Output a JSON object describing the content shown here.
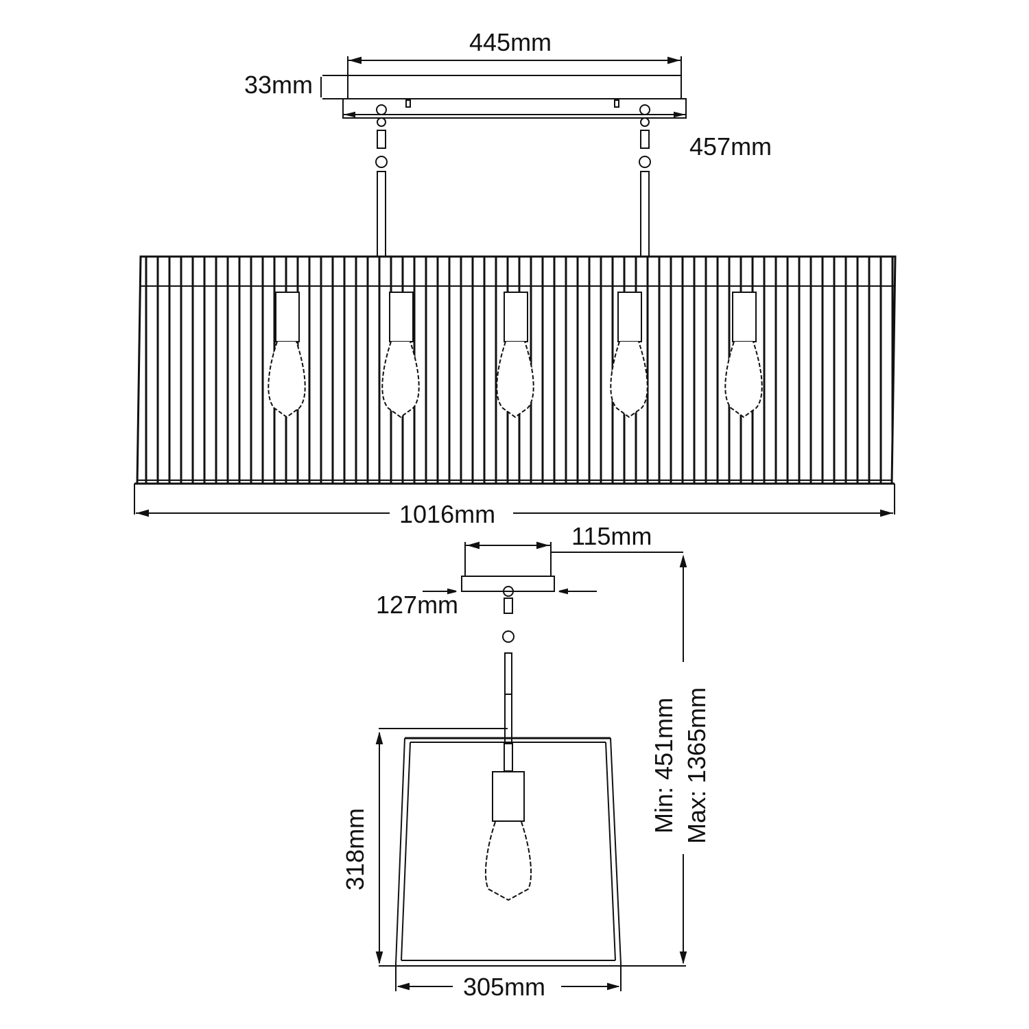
{
  "diagram": {
    "subject": "Linear 5-light pendant and single pendant dimension drawing",
    "colors": {
      "line": "#111111",
      "background": "#ffffff"
    },
    "linear_fixture": {
      "canopy_width": "445mm",
      "canopy_depth": "33mm",
      "drop": "457mm",
      "overall_width": "1016mm",
      "bulb_count": 5
    },
    "pendant_fixture": {
      "canopy_width": "115mm",
      "canopy_diameter": "127mm",
      "min_height": "Min: 451mm",
      "max_height": "Max: 1365mm",
      "shade_height": "318mm",
      "shade_width": "305mm",
      "bulb_count": 1
    }
  }
}
